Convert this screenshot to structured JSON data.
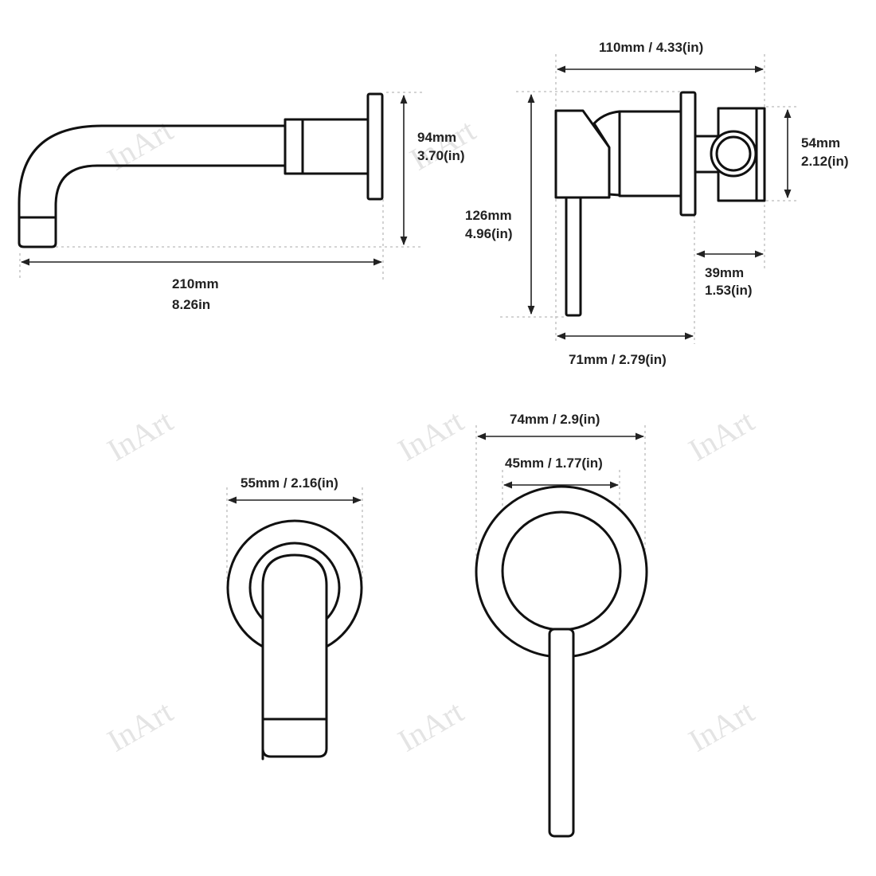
{
  "watermark": "InArt",
  "spout_side_view": {
    "height_mm": "94mm",
    "height_in": "3.70(in)",
    "length_mm": "210mm",
    "length_in": "8.26in"
  },
  "mixer_side_view": {
    "width_label": "110mm / 4.33(in)",
    "height_mm": "126mm",
    "height_in": "4.96(in)",
    "body_height_mm": "54mm",
    "body_height_in": "2.12(in)",
    "rear_depth_mm": "39mm",
    "rear_depth_in": "1.53(in)",
    "front_depth_label": "71mm / 2.79(in)"
  },
  "spout_front_view": {
    "plate_diameter_label": "55mm / 2.16(in)"
  },
  "mixer_front_view": {
    "plate_diameter_label": "74mm / 2.9(in)",
    "inner_diameter_label": "45mm / 1.77(in)"
  },
  "colors": {
    "line": "#111111",
    "dimension": "#222222",
    "extension": "#bbbbbb",
    "watermark": "#e4e4e4"
  }
}
